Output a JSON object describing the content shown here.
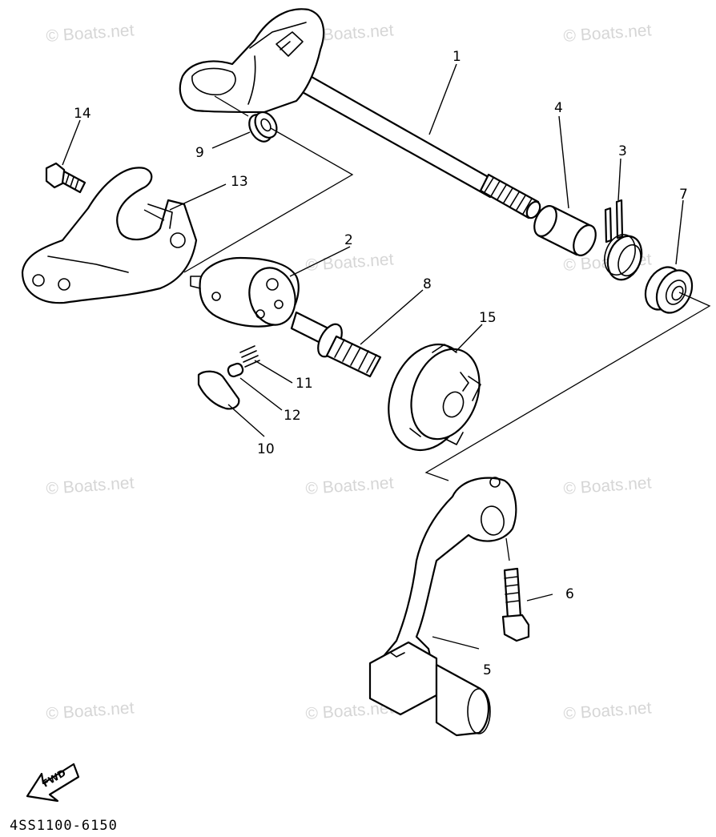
{
  "watermark": "© Boats.net",
  "callouts": {
    "c1": "1",
    "c2": "2",
    "c3": "3",
    "c4": "4",
    "c5": "5",
    "c6": "6",
    "c7": "7",
    "c8": "8",
    "c9": "9",
    "c10": "10",
    "c11": "11",
    "c12": "12",
    "c13": "13",
    "c14": "14",
    "c15": "15"
  },
  "fwd_label": "FWD",
  "diagram_code": "4SS1100-6150"
}
